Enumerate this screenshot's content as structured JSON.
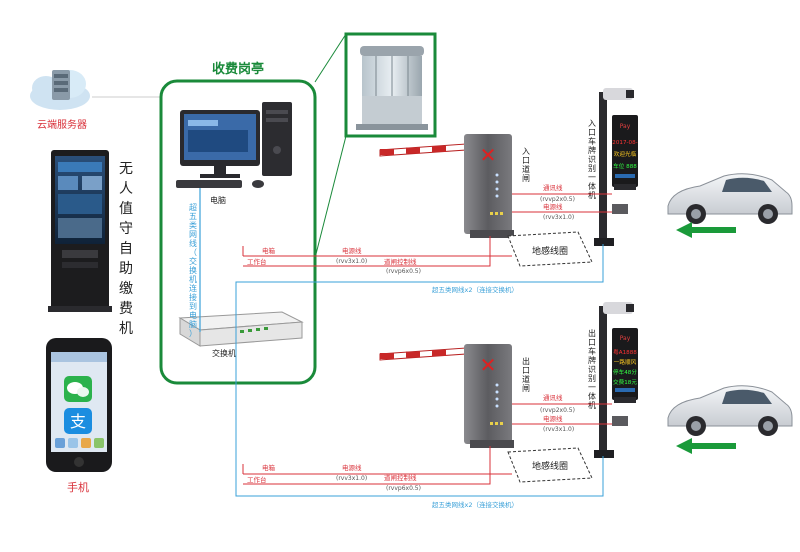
{
  "booth": {
    "title": "收费岗亭"
  },
  "cloud": {
    "label": "云端服务器"
  },
  "kiosk": {
    "label": "无人值守自助缴费机"
  },
  "phone": {
    "label": "手机"
  },
  "pc": {
    "label": "电脑"
  },
  "switch": {
    "label": "交换机"
  },
  "booth_cable": {
    "label": "超五类网线（交换机连接到电脑）"
  },
  "entrance": {
    "gate_label": "入口道闸",
    "camera_label": "入口车牌识别一体机",
    "loop_label": "地感线圈",
    "display_lines": [
      "2017-08-",
      "欢迎光临",
      "车位 888"
    ],
    "wire_comm": "通讯线",
    "wire_comm_spec": "(rvvp2x0.5)",
    "wire_power": "电源线",
    "wire_power_spec": "(rvv3x1.0)",
    "left_power": "电箱",
    "left_power_line": "电源线",
    "left_power_spec": "(rvv3x1.0)",
    "left_desk": "工作台",
    "left_gate_line": "道闸控制线",
    "left_gate_spec": "(rvvp6x0.5)",
    "network_line": "超五类网线x2（连接交换机）"
  },
  "exit": {
    "gate_label": "出口道闸",
    "camera_label": "出口车牌识别一体机",
    "loop_label": "地感线圈",
    "display_lines": [
      "粤A1888",
      "一路顺风",
      "停车48分",
      "交费18元"
    ],
    "wire_comm": "通讯线",
    "wire_comm_spec": "(rvvp2x0.5)",
    "wire_power": "电源线",
    "wire_power_spec": "(rvv3x1.0)",
    "left_power": "电箱",
    "left_power_line": "电源线",
    "left_power_spec": "(rvv3x1.0)",
    "left_desk": "工作台",
    "left_gate_line": "道闸控制线",
    "left_gate_spec": "(rvvp6x0.5)",
    "network_line": "超五类网线x2（连接交换机）"
  },
  "colors": {
    "booth_border": "#1a8a3a",
    "power_wire": "#d9313a",
    "network_wire": "#3aa0d8",
    "arrow": "#1a9a3a",
    "gate_body": "#6e6e72"
  }
}
